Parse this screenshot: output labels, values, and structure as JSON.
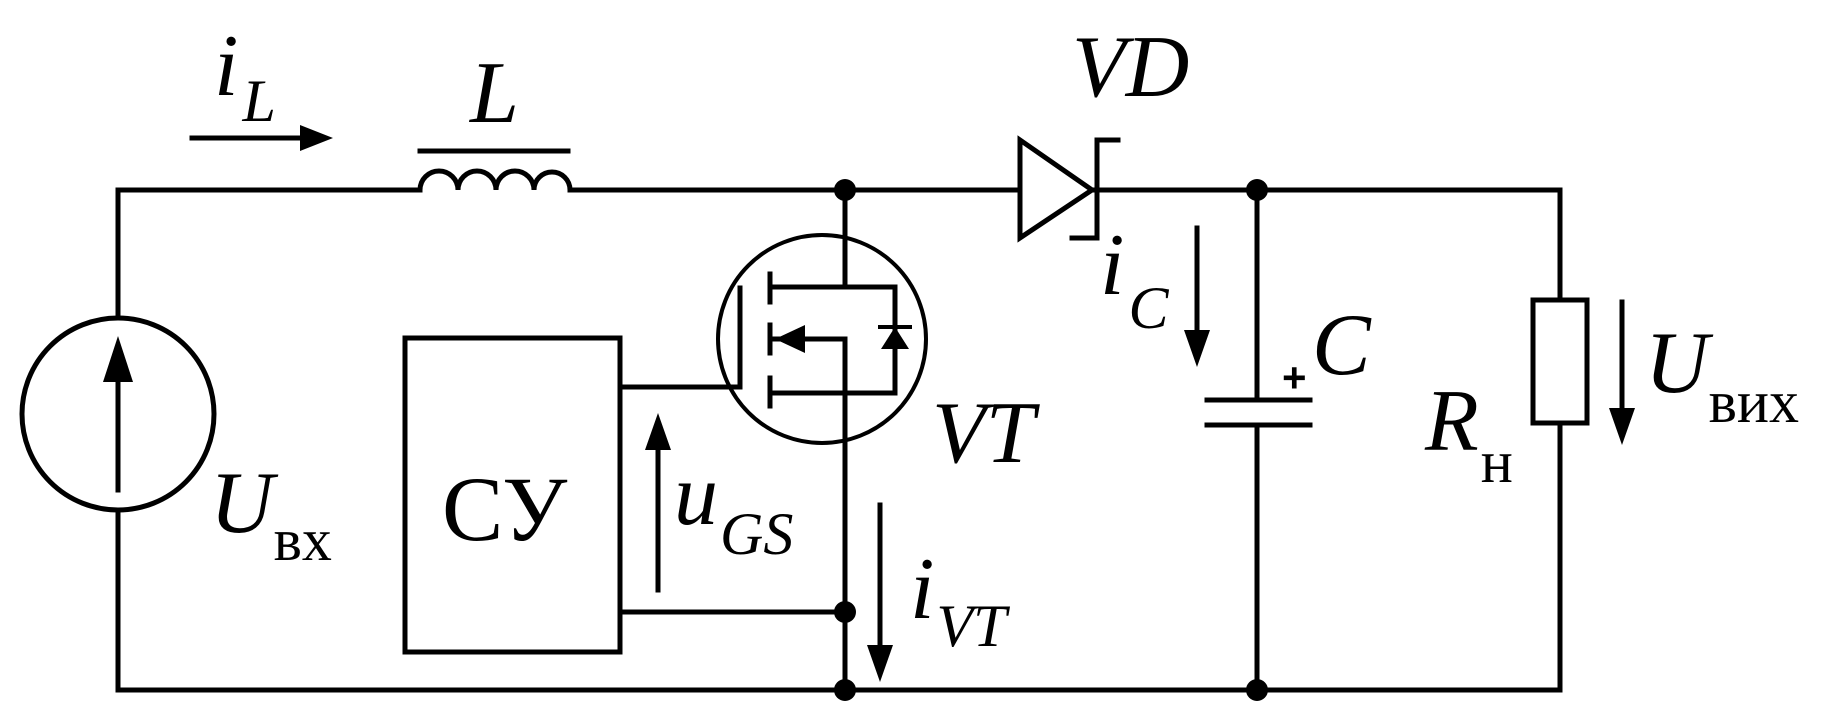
{
  "labels": {
    "il": {
      "main": "i",
      "sub": "L"
    },
    "inductor": "L",
    "diode": "VD",
    "transistor": "VT",
    "control_unit": "СУ",
    "ugs": {
      "main": "u",
      "sub": "GS"
    },
    "ivt": {
      "main": "i",
      "sub": "VT"
    },
    "ic": {
      "main": "i",
      "sub": "C"
    },
    "capacitor": "C",
    "capacitor_polarity": "+",
    "load": {
      "main": "R",
      "sub": "н"
    },
    "uin": {
      "main": "U",
      "sub": "вх"
    },
    "uout": {
      "main": "U",
      "sub": "вих"
    }
  }
}
